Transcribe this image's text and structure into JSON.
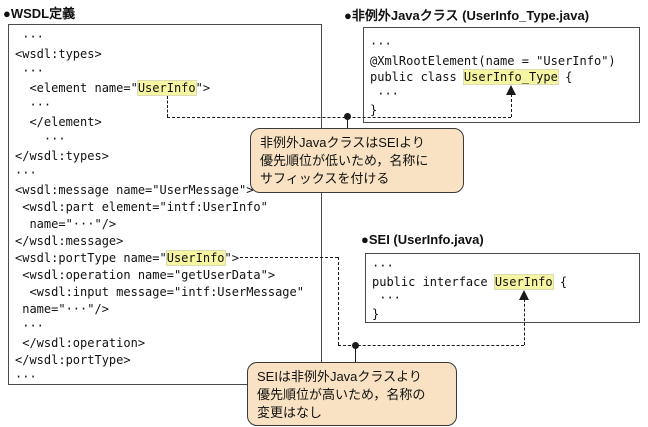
{
  "panels": {
    "wsdl": {
      "title": "●WSDL定義",
      "code": [
        [
          {
            "t": " ···",
            "h": false
          }
        ],
        [
          {
            "t": "<wsdl:types>",
            "h": false
          }
        ],
        [
          {
            "t": " ···",
            "h": false
          }
        ],
        [
          {
            "t": "  <element name=\"",
            "h": false
          },
          {
            "t": "UserInfo",
            "h": true
          },
          {
            "t": "\">",
            "h": false
          }
        ],
        [
          {
            "t": "  ···",
            "h": false
          }
        ],
        [
          {
            "t": "  </element>",
            "h": false
          }
        ],
        [
          {
            "t": "    ···",
            "h": false
          }
        ],
        [
          {
            "t": "</wsdl:types>",
            "h": false
          }
        ],
        [
          {
            "t": "···",
            "h": false
          }
        ],
        [
          {
            "t": "<wsdl:message name=\"UserMessage\">",
            "h": false
          }
        ],
        [
          {
            "t": " <wsdl:part element=\"intf:UserInfo\"",
            "h": false
          }
        ],
        [
          {
            "t": "  name=\"···\"/>",
            "h": false
          }
        ],
        [
          {
            "t": "</wsdl:message>",
            "h": false
          }
        ],
        [
          {
            "t": "<wsdl:portType name=\"",
            "h": false
          },
          {
            "t": "UserInfo",
            "h": true
          },
          {
            "t": "\">",
            "h": false
          }
        ],
        [
          {
            "t": " <wsdl:operation name=\"getUserData\">",
            "h": false
          }
        ],
        [
          {
            "t": "  <wsdl:input message=\"intf:UserMessage\"",
            "h": false
          }
        ],
        [
          {
            "t": " name=\"···\"/>",
            "h": false
          }
        ],
        [
          {
            "t": " ···",
            "h": false
          }
        ],
        [
          {
            "t": " </wsdl:operation>",
            "h": false
          }
        ],
        [
          {
            "t": "</wsdl:portType>",
            "h": false
          }
        ],
        [
          {
            "t": "···",
            "h": false
          }
        ]
      ]
    },
    "java_class": {
      "title": "●非例外Javaクラス (UserInfo_Type.java)",
      "code": [
        [
          {
            "t": "···",
            "h": false
          }
        ],
        [
          {
            "t": "@XmlRootElement(name = \"UserInfo\")",
            "h": false
          }
        ],
        [
          {
            "t": "public class ",
            "h": false
          },
          {
            "t": "UserInfo_Type",
            "h": true
          },
          {
            "t": " {",
            "h": false
          }
        ],
        [
          {
            "t": " ···",
            "h": false
          }
        ],
        [
          {
            "t": "}",
            "h": false
          }
        ]
      ]
    },
    "sei": {
      "title": "●SEI (UserInfo.java)",
      "code": [
        [
          {
            "t": "···",
            "h": false
          }
        ],
        [
          {
            "t": "public interface ",
            "h": false
          },
          {
            "t": "UserInfo",
            "h": true
          },
          {
            "t": " {",
            "h": false
          }
        ],
        [
          {
            "t": " ···",
            "h": false
          }
        ],
        [
          {
            "t": "}",
            "h": false
          }
        ]
      ]
    }
  },
  "callouts": {
    "suffix_note": {
      "lines": [
        "非例外JavaクラスはSEIより",
        "優先順位が低いため，名称に",
        "サフィックスを付ける"
      ]
    },
    "no_change_note": {
      "lines": [
        "SEIは非例外Javaクラスより",
        "優先順位が高いため，名称の",
        "変更はなし"
      ]
    }
  },
  "highlighted_names": [
    "UserInfo",
    "UserInfo_Type"
  ],
  "colors": {
    "highlight": "#f5f5a2",
    "callout_fill": "#f8e2c3",
    "callout_border": "#3a3a3a",
    "panel_border": "#4a4a4a",
    "connector": "#1a1a1a",
    "text": "#111111"
  }
}
